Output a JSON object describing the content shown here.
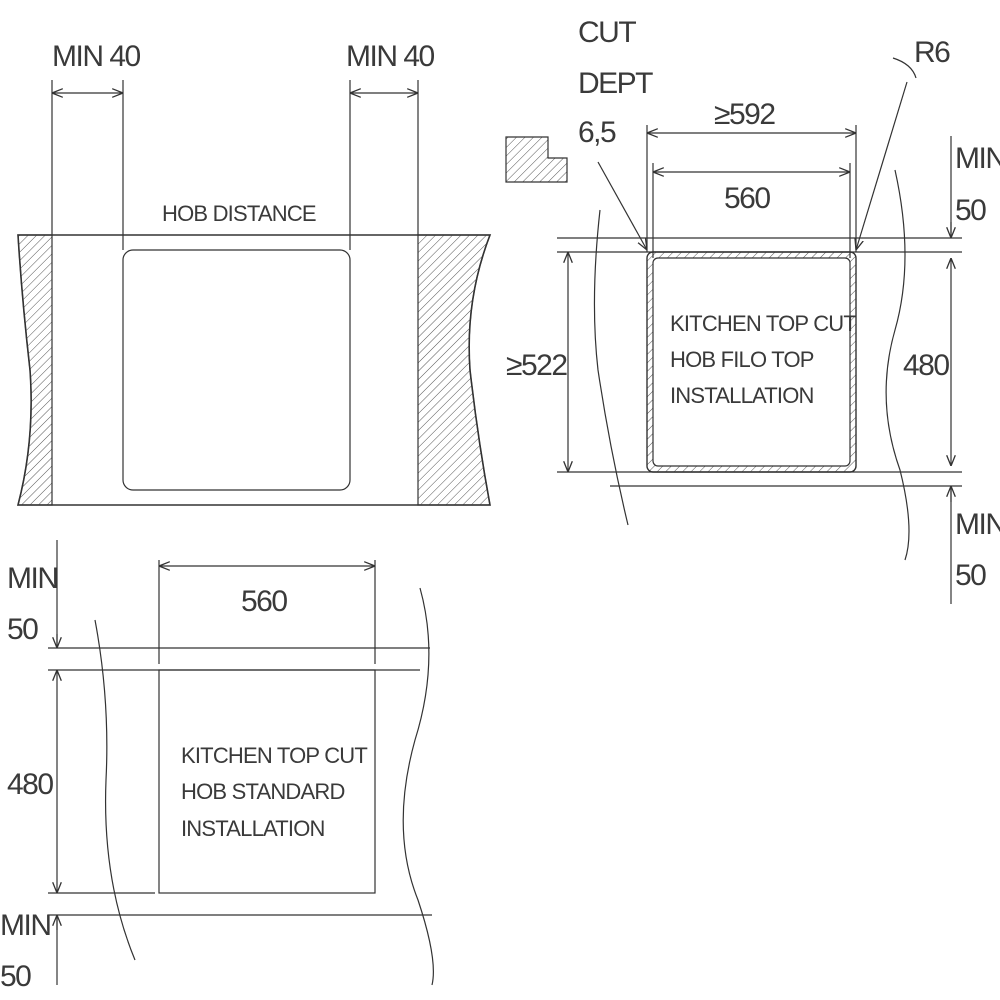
{
  "hob_distance_view": {
    "min_left": "MIN 40",
    "min_right": "MIN 40",
    "caption": "HOB DISTANCE"
  },
  "filo_top_view": {
    "cut_depth_line1": "CUT",
    "cut_depth_line2": "DEPT",
    "cut_depth_line3": "6,5",
    "radius": "R6",
    "outer_width": "≥592",
    "inner_width": "560",
    "outer_depth": "≥522",
    "inner_depth": "480",
    "min_top_line1": "MIN",
    "min_top_line2": "50",
    "min_bottom_line1": "MIN",
    "min_bottom_line2": "50",
    "caption_line1": "KITCHEN TOP CUT",
    "caption_line2": "HOB FILO TOP",
    "caption_line3": "INSTALLATION"
  },
  "standard_view": {
    "width": "560",
    "depth": "480",
    "min_top_line1": "MIN",
    "min_top_line2": "50",
    "min_bottom_line1": "MIN",
    "min_bottom_line2": "50",
    "caption_line1": "KITCHEN TOP CUT",
    "caption_line2": "HOB STANDARD",
    "caption_line3": "INSTALLATION"
  }
}
